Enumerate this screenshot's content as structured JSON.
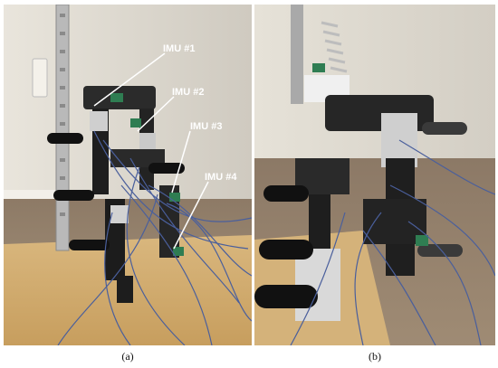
{
  "figure": {
    "panel_a": {
      "caption": "(a)",
      "labels": [
        "IMU #1",
        "IMU #2",
        "IMU #3",
        "IMU #4"
      ]
    },
    "panel_b": {
      "caption": "(b)"
    }
  }
}
